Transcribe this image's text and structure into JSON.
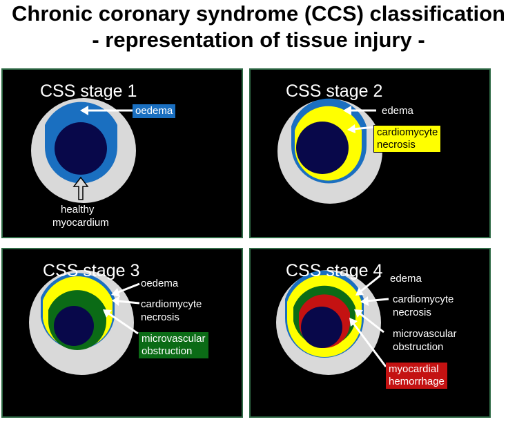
{
  "title": {
    "line1": "Chronic coronary syndrome (CCS) classification",
    "line2": "- representation of tissue injury -"
  },
  "colors": {
    "panel_bg": "#000000",
    "panel_border": "#2f6b46",
    "healthy_myocardium": "#d9d9d9",
    "oedema": "#1a6fc0",
    "necrosis": "#ffff00",
    "microvascular_obstruction": "#0b6b16",
    "hemorrhage": "#c41212",
    "lumen": "#08084a"
  },
  "panels": [
    {
      "stage": "CSS stage 1",
      "labels": {
        "oedema": "oedema",
        "healthy": "healthy",
        "myocardium": "myocardium"
      }
    },
    {
      "stage": "CSS stage 2",
      "labels": {
        "edema": "edema",
        "necrosis_line1": "cardiomycyte",
        "necrosis_line2": "necrosis"
      }
    },
    {
      "stage": "CSS stage 3",
      "labels": {
        "oedema": "oedema",
        "necrosis_line1": "cardiomycyte",
        "necrosis_line2": "necrosis",
        "mvo_line1": "microvascular",
        "mvo_line2": "obstruction"
      }
    },
    {
      "stage": "CSS stage 4",
      "labels": {
        "edema": "edema",
        "necrosis_line1": "cardiomycyte",
        "necrosis_line2": "necrosis",
        "mvo_line1": "microvascular",
        "mvo_line2": "obstruction",
        "hemorrhage_line1": "myocardial",
        "hemorrhage_line2": "hemorrhage"
      }
    }
  ]
}
